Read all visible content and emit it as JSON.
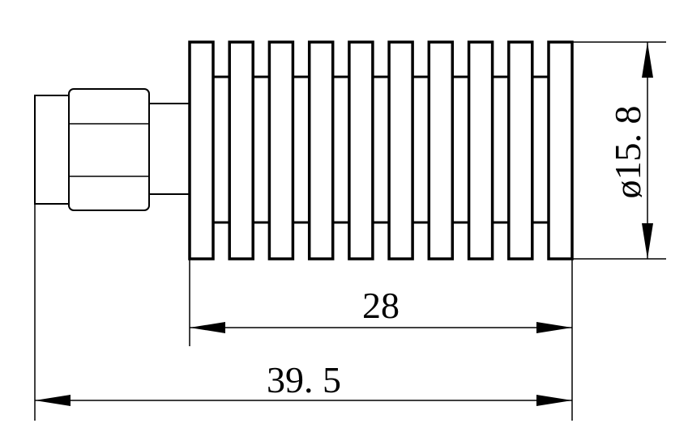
{
  "drawing": {
    "dimensions": {
      "heatsink_length": "28",
      "overall_length": "39. 5",
      "diameter": "ø15. 8"
    },
    "heatsink_fin_count": 10,
    "colors": {
      "line": "#000000",
      "background": "#ffffff"
    }
  }
}
